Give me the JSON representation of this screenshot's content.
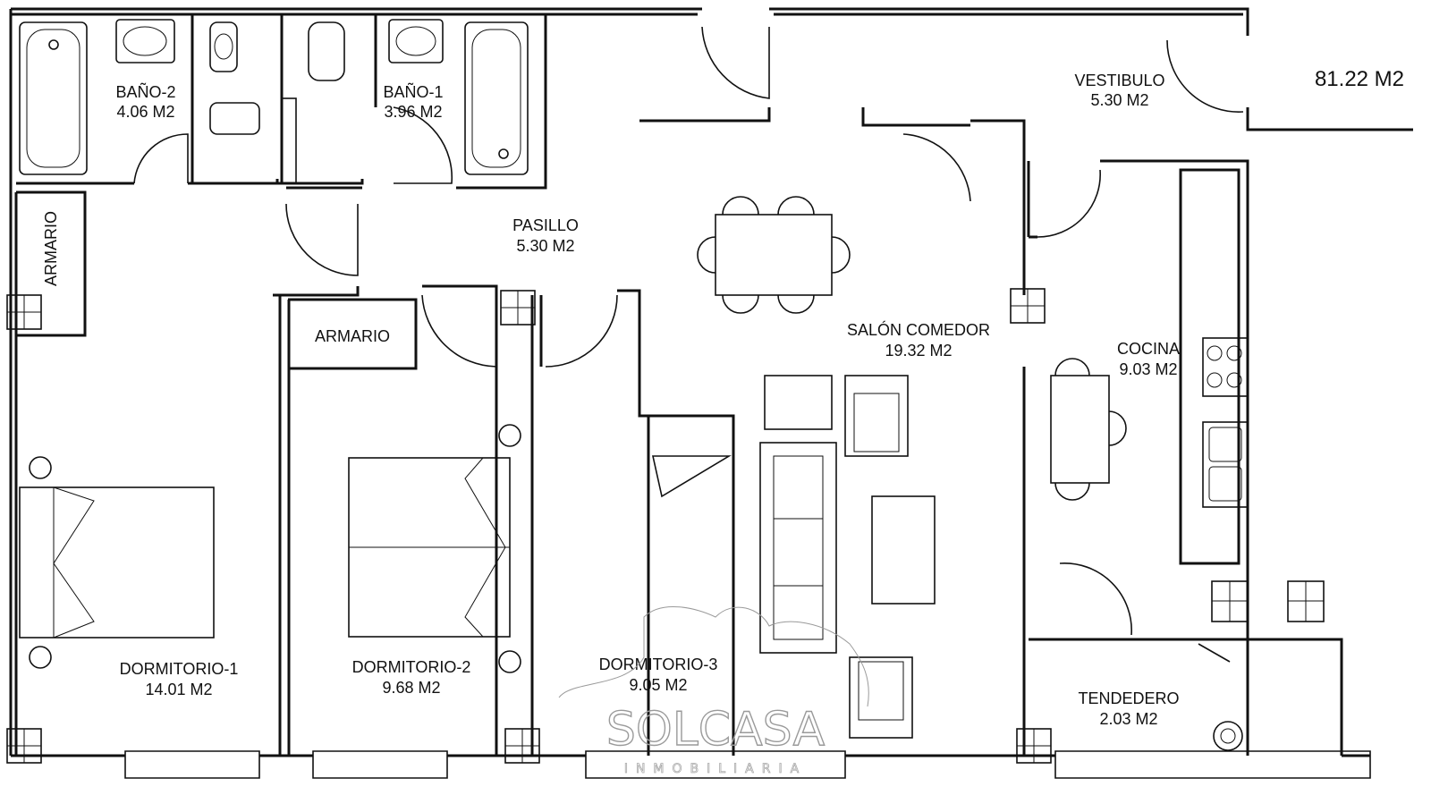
{
  "total_area": "81.22 M2",
  "rooms": {
    "bano2": {
      "name": "BAÑO-2",
      "area": "4.06 M2"
    },
    "bano1": {
      "name": "BAÑO-1",
      "area": "3.96 M2"
    },
    "vestibulo": {
      "name": "VESTIBULO",
      "area": "5.30 M2"
    },
    "pasillo": {
      "name": "PASILLO",
      "area": "5.30 M2"
    },
    "salon": {
      "name": "SALÓN COMEDOR",
      "area": "19.32 M2"
    },
    "cocina": {
      "name": "COCINA",
      "area": "9.03 M2"
    },
    "dorm1": {
      "name": "DORMITORIO-1",
      "area": "14.01 M2"
    },
    "dorm2": {
      "name": "DORMITORIO-2",
      "area": "9.68 M2"
    },
    "dorm3": {
      "name": "DORMITORIO-3",
      "area": "9.05 M2"
    },
    "tendedero": {
      "name": "TENDEDERO",
      "area": "2.03 M2"
    }
  },
  "closets": {
    "armario1": "ARMARIO",
    "armario2": "ARMARIO"
  },
  "watermark": {
    "brand": "SOLCASA",
    "tagline": "INMOBILIARIA"
  }
}
